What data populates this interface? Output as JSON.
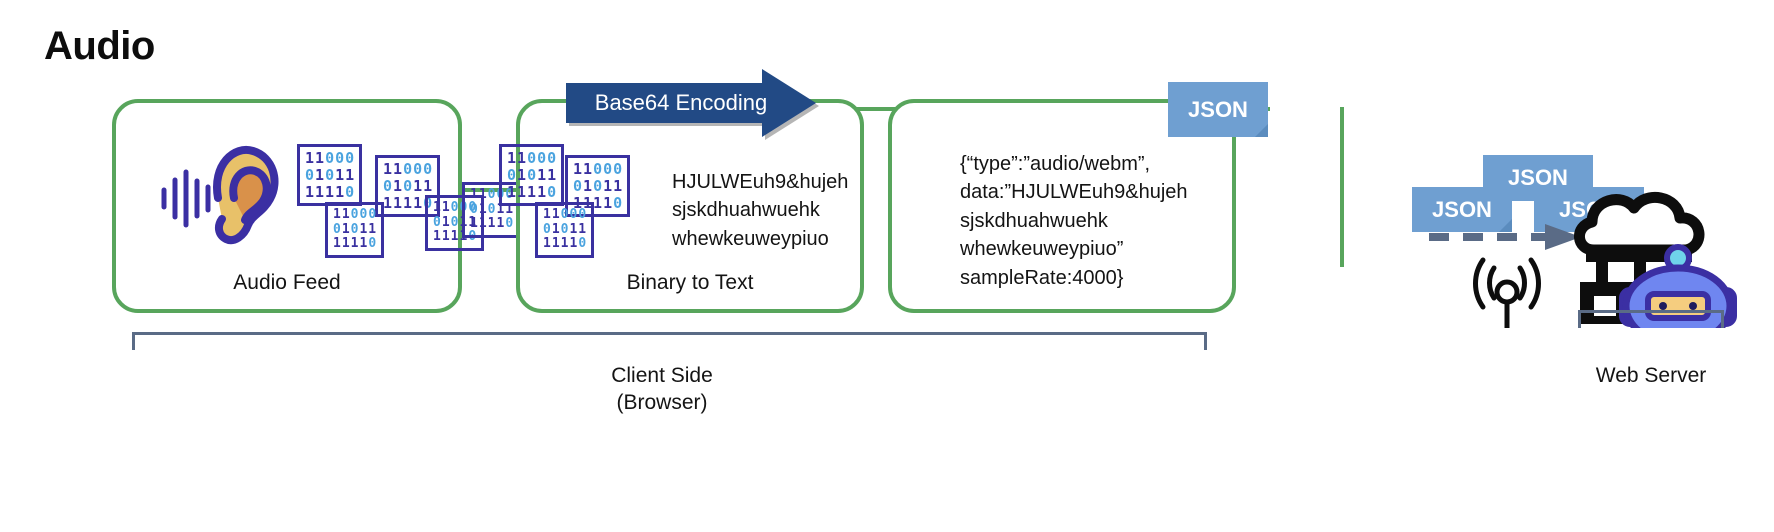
{
  "title": "Audio",
  "colors": {
    "stage_border": "#58a55c",
    "arrow_fill": "#224a85",
    "badge_fill": "#6f9fd1",
    "bracket": "#5a6b86",
    "binary_digit": "#3a31a0",
    "binary_zero": "#4aa3df",
    "robot_body": "#6f86f0",
    "robot_outline": "#3b2fa3",
    "robot_face": "#f5cd7f",
    "ear_outer": "#e8c169",
    "ear_inner": "#d9914a"
  },
  "stages": [
    {
      "id": "audio-feed",
      "label": "Audio Feed"
    },
    {
      "id": "binary-to-text",
      "label": "Binary to Text"
    },
    {
      "id": "json-payload",
      "label": ""
    }
  ],
  "binary_blocks": [
    {
      "id": "b1",
      "lines": "11000\n01011\n11110"
    },
    {
      "id": "b2",
      "lines": "11000\n01011\n11110"
    },
    {
      "id": "b3",
      "lines": "11000\n01011\n11110"
    },
    {
      "id": "b4",
      "lines": "11000\n01011\n11110"
    },
    {
      "id": "b5",
      "lines": "11000\n01011\n11110"
    },
    {
      "id": "b6",
      "lines": "11000\n01011\n11110"
    },
    {
      "id": "b7",
      "lines": "11000\n01011\n11110"
    },
    {
      "id": "b8",
      "lines": "11000\n01011\n11110"
    }
  ],
  "encoding_arrow": {
    "label": "Base64 Encoding"
  },
  "encoded_text": "HJULWEuh9&hujeh\nsjskdhuahwuehk\nwhewkeuweypiuo",
  "json_payload_text": "{“type”:”audio/webm”,\ndata:”HJULWEuh9&hujeh\nsjskdhuahwuehk\nwhewkeuweypiuo”\nsampleRate:4000}",
  "json_badges": [
    {
      "id": "badge-main",
      "label": "JSON"
    },
    {
      "id": "badge-top",
      "label": "JSON"
    },
    {
      "id": "badge-left",
      "label": "JSON"
    },
    {
      "id": "badge-right",
      "label": "JSON"
    }
  ],
  "group_labels": {
    "client": "Client Side\n(Browser)",
    "server": "Web Server"
  },
  "icons": {
    "ear": "ear-icon",
    "waveform": "waveform-icon",
    "antenna": "wifi-antenna-icon",
    "cloud": "cloud-icon",
    "robot": "robot-icon",
    "dashed_arrow": "dashed-arrow-icon"
  }
}
